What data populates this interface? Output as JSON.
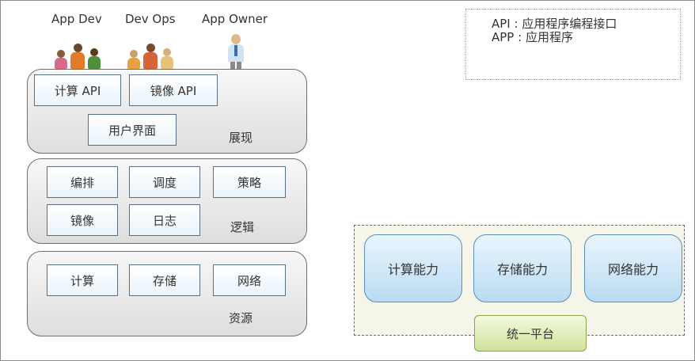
{
  "roles": [
    {
      "label": "App Dev"
    },
    {
      "label": "Dev Ops"
    },
    {
      "label": "App Owner"
    }
  ],
  "legend": {
    "line1": "API : 应用程序编程接口",
    "line2": "APP : 应用程序"
  },
  "layers": {
    "presentation": {
      "label": "展现",
      "items": [
        "计算 API",
        "镜像 API",
        "用户界面"
      ]
    },
    "logic": {
      "label": "逻辑",
      "items": [
        "编排",
        "调度",
        "策略",
        "镜像",
        "日志"
      ]
    },
    "resource": {
      "label": "资源",
      "items": [
        "计算",
        "存储",
        "网络"
      ]
    }
  },
  "platform": {
    "capabilities": [
      "计算能力",
      "存储能力",
      "网络能力"
    ],
    "unified_label": "统一平台"
  },
  "colors": {
    "layer_fill": "#e6e6e6",
    "box_fill": "#eef6fc",
    "capability_fill": "#cfe7f8",
    "unified_fill": "#dcebb2",
    "platform_fill": "#f6f5ea"
  },
  "icons": [
    "people-group-icon",
    "people-group-icon",
    "person-icon"
  ]
}
